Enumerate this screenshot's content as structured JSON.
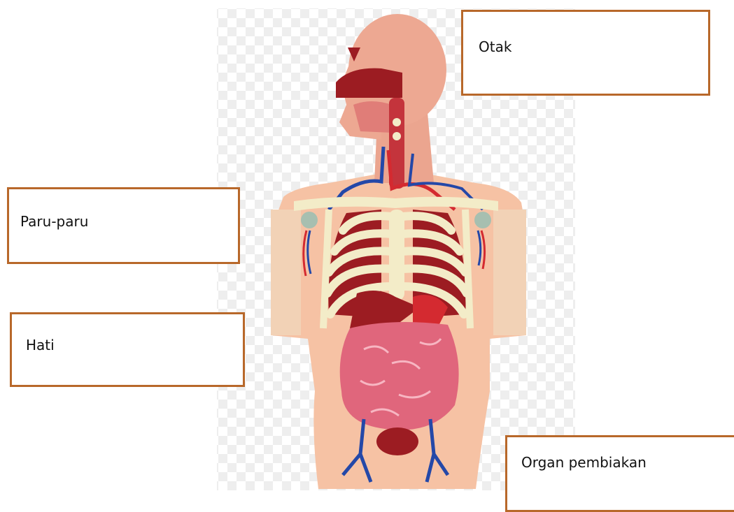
{
  "labels": {
    "brain": "Otak",
    "lungs": "Paru-paru",
    "liver": "Hati",
    "reproductive": "Organ pembiakan"
  },
  "colors": {
    "box_border": "#b8682a",
    "skin": "#f6c2a4",
    "head_skin": "#eda892",
    "bone": "#f3ecc8",
    "lung": "#9c1c22",
    "intestine": "#e0667c",
    "vein": "#2448a8",
    "artery": "#d42a30"
  }
}
